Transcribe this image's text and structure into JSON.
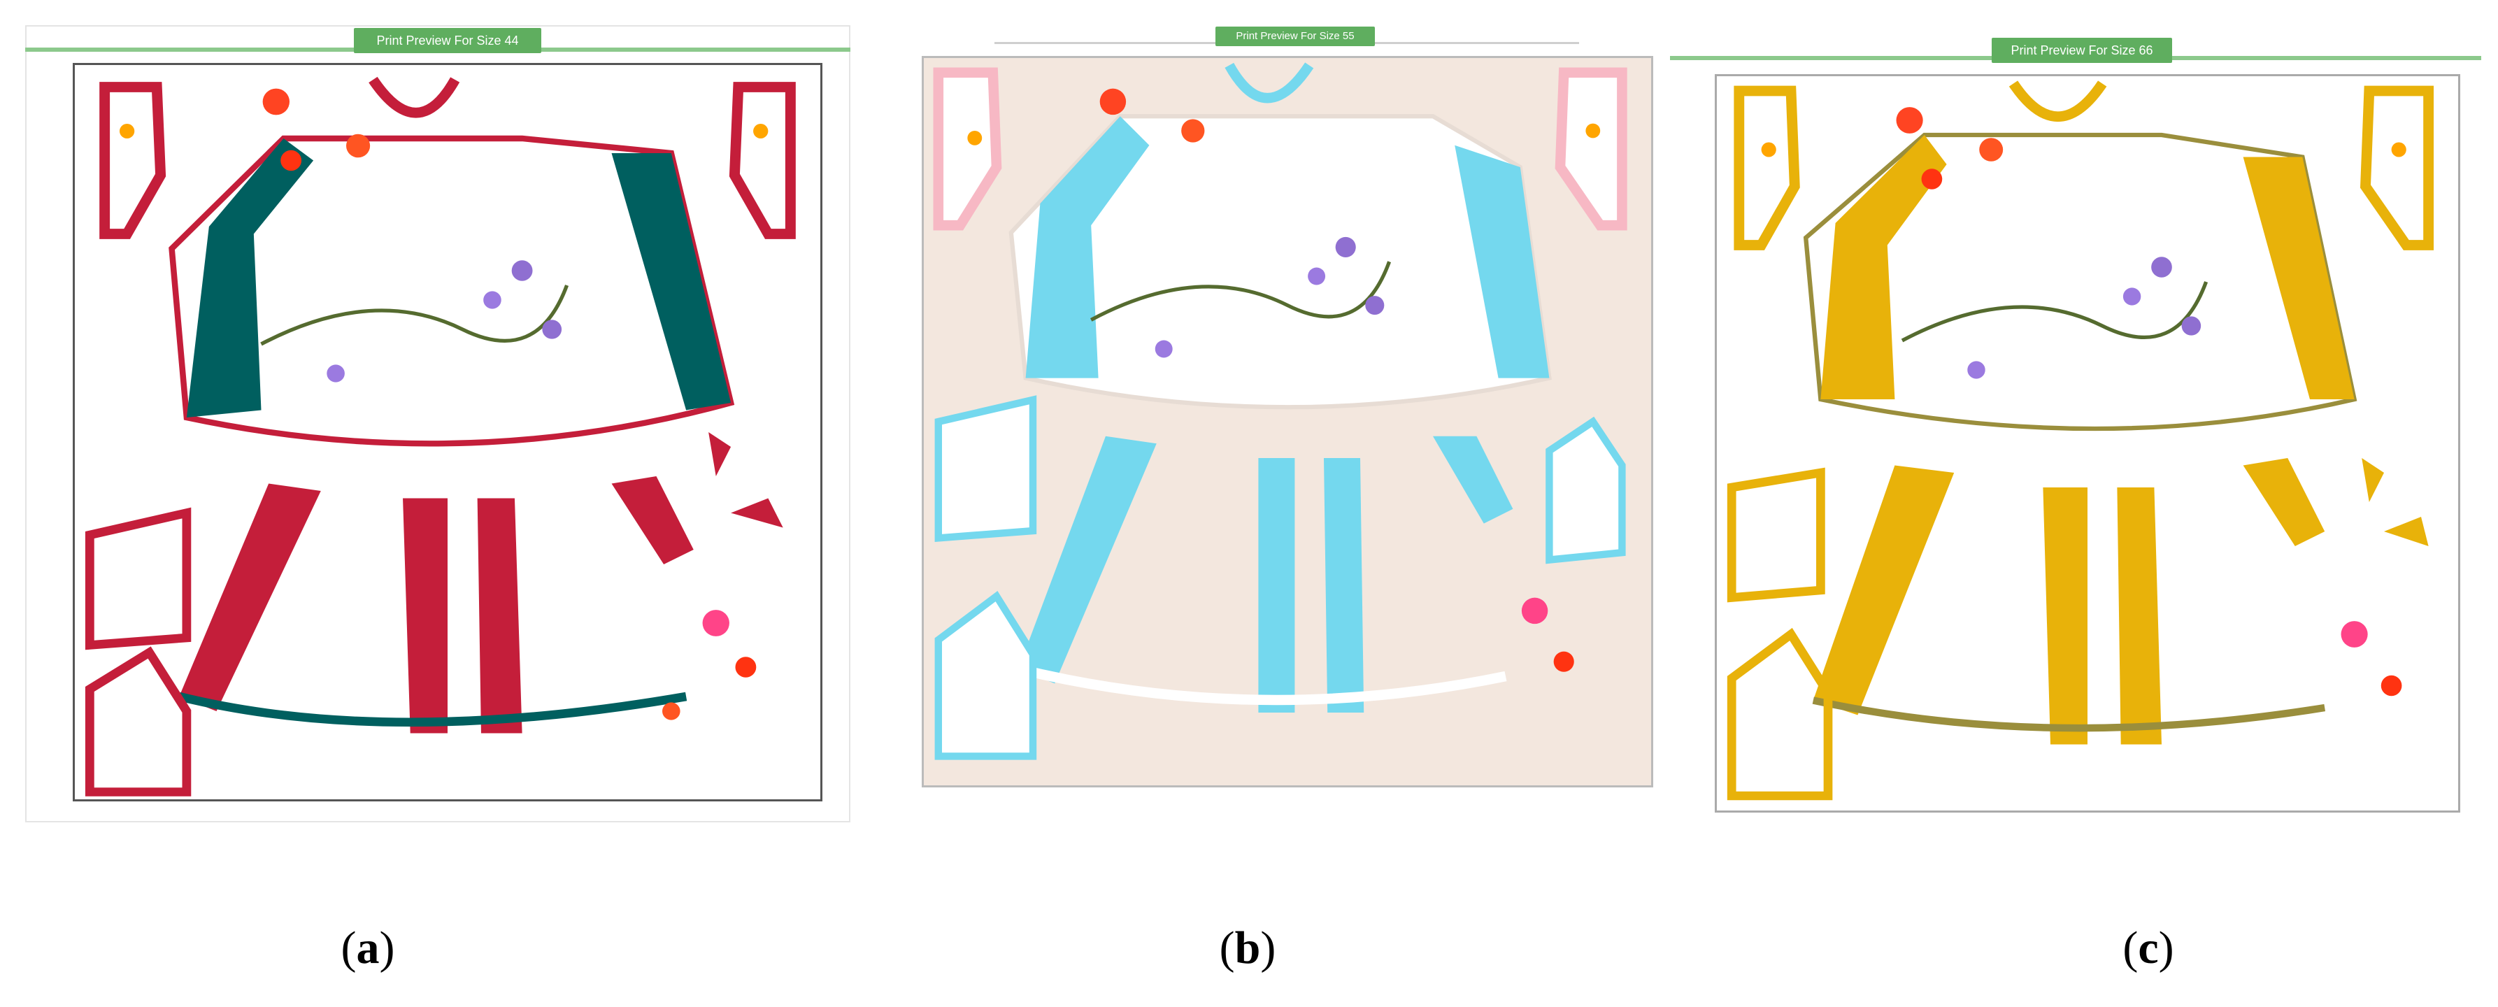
{
  "panels": [
    {
      "id": "a",
      "header": "Print Preview For Size 44",
      "caption_open": "(",
      "caption_letter": "a",
      "caption_close": ")",
      "colors": {
        "main": "#c41e3a",
        "accent": "#005f5f",
        "background": "#ffffff"
      }
    },
    {
      "id": "b",
      "header": "Print Preview For Size 55",
      "caption_open": "(",
      "caption_letter": "b",
      "caption_close": ")",
      "colors": {
        "main": "#74d8ee",
        "accent": "#f7b8c4",
        "background": "#f3e7de"
      }
    },
    {
      "id": "c",
      "header": "Print Preview For Size 66",
      "caption_open": "(",
      "caption_letter": "c",
      "caption_close": ")",
      "colors": {
        "main": "#e8b20a",
        "accent": "#9a8e3c",
        "background": "#ffffff"
      }
    }
  ]
}
